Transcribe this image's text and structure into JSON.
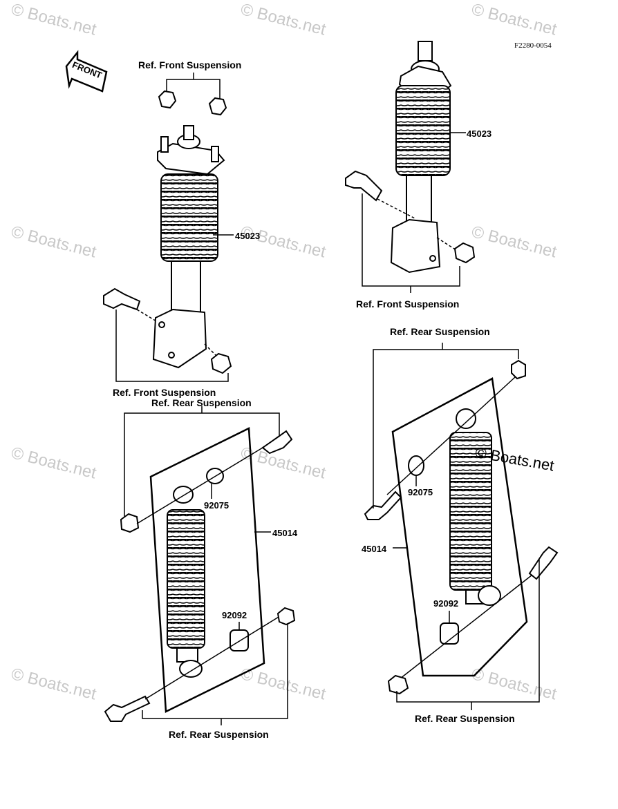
{
  "diagram_code": "F2280-0054",
  "front_label": "FRONT",
  "watermark": "© Boats.net",
  "labels": {
    "ref_front_1": "Ref. Front Suspension",
    "ref_front_2": "Ref. Front Suspension",
    "ref_front_3": "Ref. Front Suspension",
    "ref_rear_1": "Ref. Rear Suspension",
    "ref_rear_2": "Ref. Rear Suspension",
    "ref_rear_3": "Ref. Rear Suspension",
    "ref_rear_4": "Ref. Rear Suspension"
  },
  "part_numbers": {
    "p45023_left": "45023",
    "p45023_right": "45023",
    "p45014_left": "45014",
    "p45014_right": "45014",
    "p92075_left": "92075",
    "p92075_right": "92075",
    "p92092_left": "92092",
    "p92092_right": "92092"
  }
}
